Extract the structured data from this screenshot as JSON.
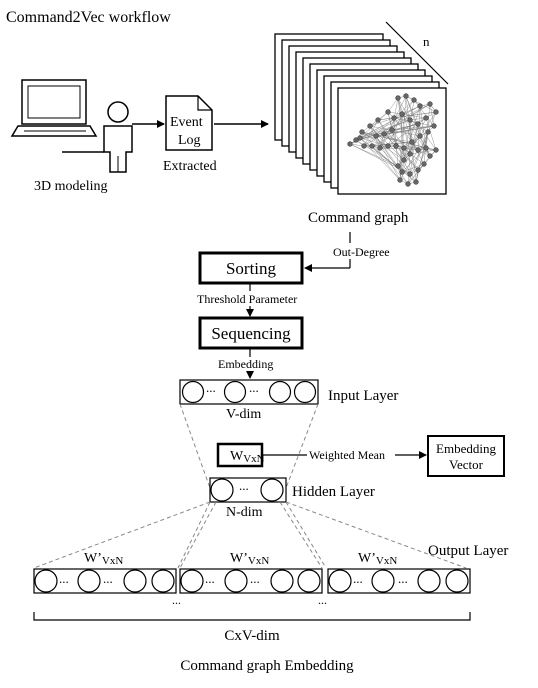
{
  "title": "Command2Vec workflow",
  "workflow": {
    "user_label": "3D modeling",
    "event_log_line1": "Event",
    "event_log_line2": "Log",
    "extracted_label": "Extracted",
    "stack_label": "n",
    "command_graph_label": "Command graph"
  },
  "pipeline": {
    "out_degree_label": "Out-Degree",
    "sorting_label": "Sorting",
    "threshold_label": "Threshold Parameter",
    "sequencing_label": "Sequencing",
    "embedding_label": "Embedding"
  },
  "network": {
    "input_layer_label": "Input Layer",
    "v_dim_label": "V-dim",
    "weight_main": "W",
    "weight_sub": "VxN",
    "weighted_mean_label": "Weighted Mean",
    "embedding_vector_line1": "Embedding",
    "embedding_vector_line2": "Vector",
    "hidden_layer_label": "Hidden Layer",
    "n_dim_label": "N-dim",
    "output_weight_main": "W’",
    "output_weight_sub": "VxN",
    "output_layer_label": "Output Layer",
    "cxv_dim_label": "CxV-dim",
    "dots": "...",
    "dots_small": "..."
  },
  "caption": "Command graph Embedding"
}
